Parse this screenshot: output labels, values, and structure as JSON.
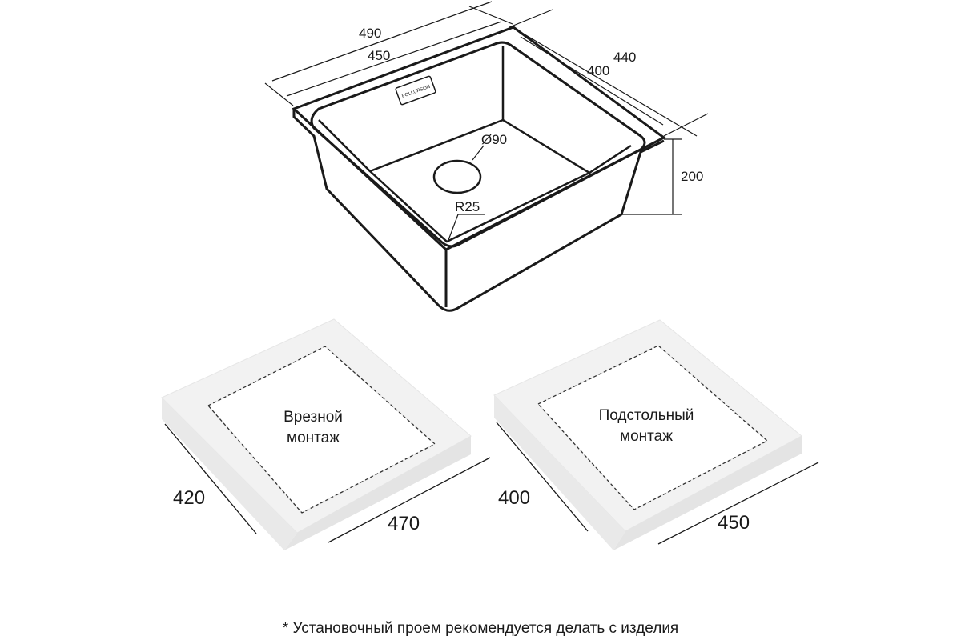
{
  "sink": {
    "brand_badge": "POLLURSON",
    "dims": {
      "outer_width": "490",
      "inner_width": "450",
      "outer_depth": "440",
      "inner_depth": "400",
      "height": "200",
      "drain_diameter": "Ø90",
      "corner_radius": "R25"
    }
  },
  "cutouts": [
    {
      "label_line1": "Врезной",
      "label_line2": "монтаж",
      "depth": "420",
      "width": "470"
    },
    {
      "label_line1": "Подстольный",
      "label_line2": "монтаж",
      "depth": "400",
      "width": "450"
    }
  ],
  "footnote": "* Установочный проем рекомендуется делать с изделия"
}
